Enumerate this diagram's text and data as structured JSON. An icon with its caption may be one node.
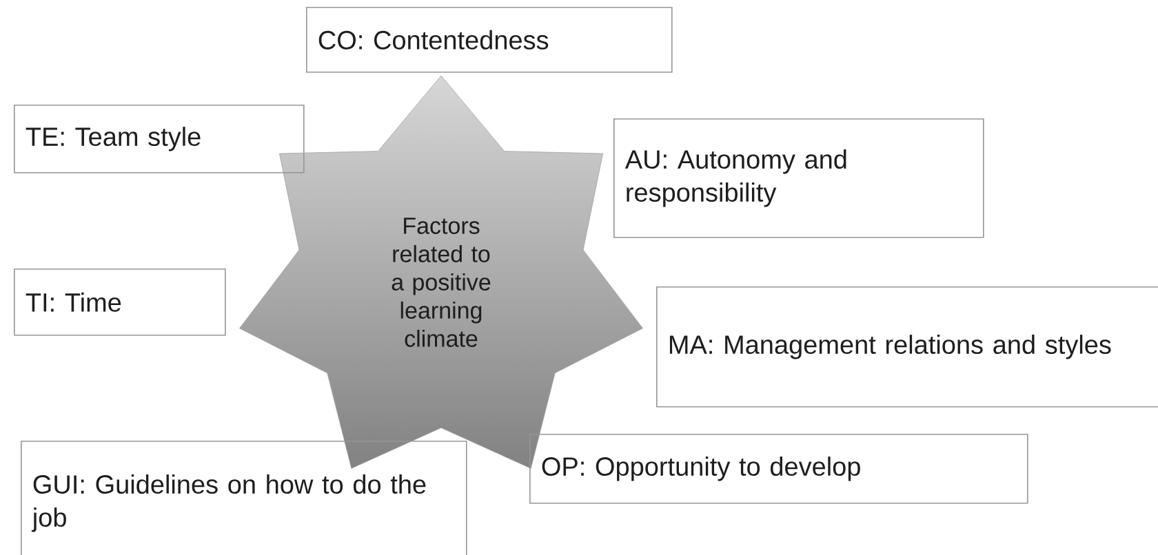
{
  "diagram": {
    "nodes": [
      {
        "text": [
          "Factors related to a positive learning climate"
        ]
      },
      {
        "text": [
          "CO: Contentedness"
        ]
      },
      {
        "text": [
          "TE: Team style"
        ]
      },
      {
        "text": [
          "AU: Autonomy and responsibility"
        ]
      },
      {
        "text": [
          "TI: Time"
        ]
      },
      {
        "text": [
          "MA: Management relations and styles"
        ]
      },
      {
        "text": [
          "GUI: Guidelines on how to do the job"
        ]
      },
      {
        "text": [
          "OP: Opportunity to develop"
        ]
      }
    ]
  }
}
